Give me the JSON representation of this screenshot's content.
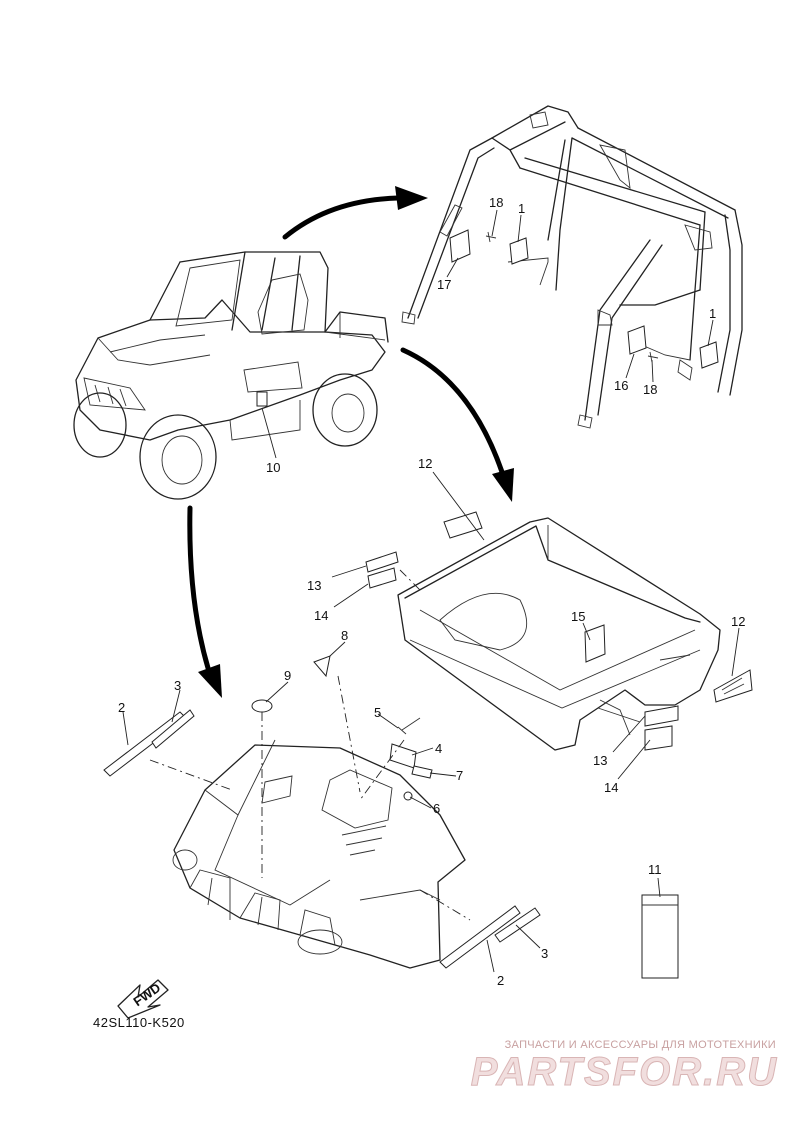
{
  "diagram": {
    "reference_code": "42SL110-K520",
    "fwd_label": "FWD",
    "callouts": {
      "c1a": "1",
      "c1b": "1",
      "c2a": "2",
      "c2b": "2",
      "c3a": "3",
      "c3b": "3",
      "c4": "4",
      "c5": "5",
      "c6": "6",
      "c7": "7",
      "c8": "8",
      "c9": "9",
      "c10": "10",
      "c11": "11",
      "c12a": "12",
      "c12b": "12",
      "c13a": "13",
      "c13b": "13",
      "c14a": "14",
      "c14b": "14",
      "c15": "15",
      "c16": "16",
      "c17": "17",
      "c18a": "18",
      "c18b": "18"
    }
  },
  "watermark": {
    "tagline": "ЗАПЧАСТИ И АКСЕССУАРЫ ДЛЯ МОТОТЕХНИКИ",
    "brand": "PARTSFOR.RU"
  },
  "colors": {
    "line": "#222222",
    "watermark": "#e8c8c8"
  }
}
